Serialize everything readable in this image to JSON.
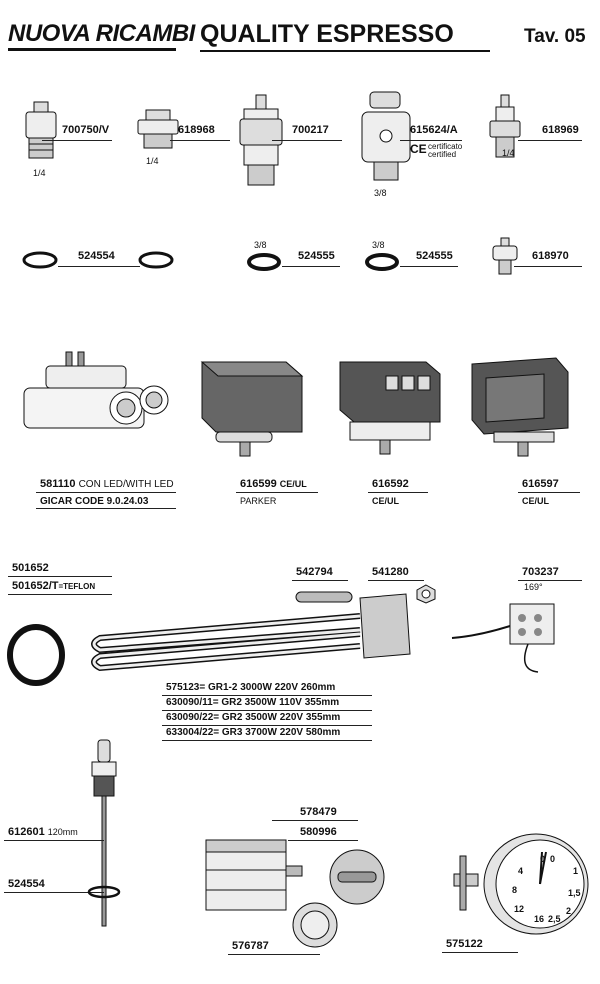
{
  "header": {
    "brand": "NUOVA RICAMBI",
    "title": "QUALITY ESPRESSO",
    "tav": "Tav. 05"
  },
  "row1": {
    "p1": {
      "code": "700750/V",
      "size": "1/4"
    },
    "p2": {
      "code": "618968",
      "size": "1/4"
    },
    "p3": {
      "code": "700217"
    },
    "p4": {
      "code": "615624/A",
      "size": "3/8",
      "cert1": "certificato",
      "cert2": "certified",
      "ce": "CE"
    },
    "p5": {
      "code": "618969",
      "size": "1/4"
    }
  },
  "row2": {
    "g1": {
      "code": "524554"
    },
    "g2": {
      "code": "524555",
      "size": "3/8"
    },
    "g3": {
      "code": "524555",
      "size": "3/8"
    },
    "g4": {
      "code": "618970"
    }
  },
  "row3": {
    "flow": {
      "code": "581110",
      "desc": "CON LED/WITH LED",
      "gicar": "GICAR CODE 9.0.24.03"
    },
    "press1": {
      "code": "616599",
      "cert": "CE/UL",
      "maker": "PARKER"
    },
    "press2": {
      "code": "616592",
      "cert": "CE/UL"
    },
    "press3": {
      "code": "616597",
      "cert": "CE/UL"
    }
  },
  "row4": {
    "gasket_a": "501652",
    "gasket_b": "501652/T",
    "gasket_b_note": "=TEFLON",
    "spring": "542794",
    "nut": "541280",
    "thermostat": "703237",
    "thermo_temp": "169°",
    "elements": [
      {
        "code": "575123=",
        "spec": "GR1-2 3000W 220V 260mm"
      },
      {
        "code": "630090/11=",
        "spec": "GR2 3500W 110V 355mm"
      },
      {
        "code": "630090/22=",
        "spec": "GR2 3500W 220V 355mm"
      },
      {
        "code": "633004/22=",
        "spec": "GR3 3700W 220V 580mm"
      }
    ]
  },
  "row5": {
    "probe": "612601",
    "probe_len": "120mm",
    "probe_ring": "524554",
    "switch": "578479",
    "knob1": "580996",
    "knob2": "576787",
    "gauge": "575122",
    "gauge_marks": [
      "0",
      "0",
      "4",
      "1",
      "8",
      "1,5",
      "12",
      "2",
      "16",
      "2,5"
    ]
  }
}
